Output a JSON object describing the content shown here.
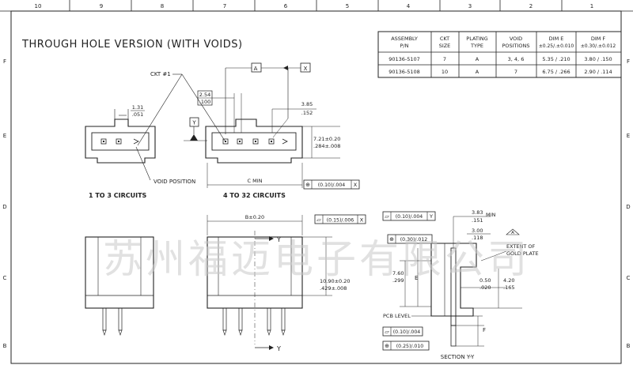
{
  "zone_columns": [
    "10",
    "9",
    "8",
    "7",
    "6",
    "5",
    "4",
    "3",
    "2",
    "1"
  ],
  "zone_rows": [
    "F",
    "E",
    "D",
    "C",
    "B"
  ],
  "drawing_title": "THROUGH HOLE VERSION (WITH VOIDS)",
  "table": {
    "headers": [
      "ASSEMBLY P/N",
      "CKT SIZE",
      "PLATING TYPE",
      "VOID POSITIONS",
      "DIM E",
      "DIM F"
    ],
    "header_lines": [
      [
        "ASSEMBLY",
        "P/N"
      ],
      [
        "CKT",
        "SIZE"
      ],
      [
        "PLATING",
        "TYPE"
      ],
      [
        "VOID",
        "POSITIONS"
      ],
      [
        "DIM E",
        "±0.25/.±0.010"
      ],
      [
        "DIM F",
        "±0.30/.±0.012"
      ]
    ],
    "rows": [
      [
        "90136-5107",
        "7",
        "A",
        "3, 4, 6",
        "5.35 / .210",
        "3.80 / .150"
      ],
      [
        "90136-5108",
        "10",
        "A",
        "7",
        "6.75 / .266",
        "2.90 / .114"
      ]
    ]
  },
  "labels": {
    "ckt1": "CKT #1",
    "void_position": "VOID POSITION",
    "c_min": "C MIN",
    "caption_small": "1 TO 3 CIRCUITS",
    "caption_large": "4 TO 32 CIRCUITS",
    "datum_a": "A",
    "datum_x": "X",
    "datum_y": "Y",
    "pcb_level": "PCB LEVEL",
    "extent": "EXTENT OF",
    "gold_plate": "GOLD PLATE",
    "section": "SECTION Y-Y",
    "min": "MIN",
    "e": "E",
    "f": "F",
    "flag": "A"
  },
  "dims": {
    "d131": "1.31",
    "d051": ".051",
    "d254": "2.54",
    "d100": ".100",
    "d385": "3.85",
    "d152": ".152",
    "d721": "7.21±0.20",
    "d284": ".284±.008",
    "fcf_top": "(0.10)/.004",
    "b020": "B±0.20",
    "fcf_015": "(0.15)/.006",
    "d1090": "10.90±0.20",
    "d429": ".429±.008",
    "fcf_sec1": "(0.10)/.004",
    "fcf_sec2": "(0.30)/.012",
    "d383": "3.83",
    "d151": ".151",
    "d300": "3.00",
    "d118": ".118",
    "d760": "7.60",
    "d299": ".299",
    "d050": "0.50",
    "d020": ".020",
    "d420": "4.20",
    "d165": ".165",
    "fcf_sec3": "(0.10)/.004",
    "fcf_sec4": "(0.25)/.010"
  },
  "watermark": "苏州福迈电子有限公司",
  "colors": {
    "line": "#222222",
    "watermark": "#c9c9c9"
  }
}
